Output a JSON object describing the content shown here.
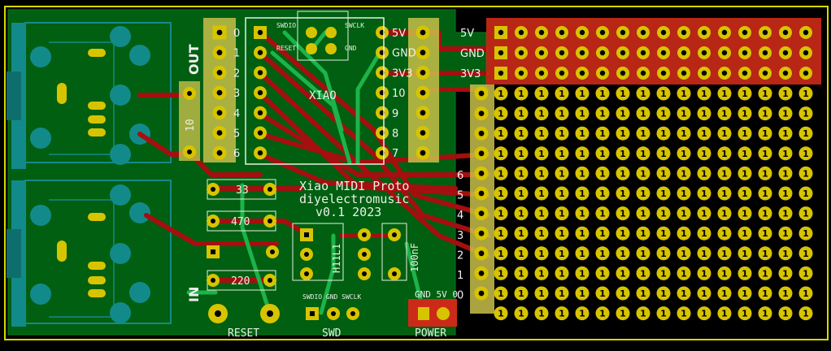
{
  "board": {
    "title_lines": [
      "Xiao MIDI Proto",
      "diyelectromusic",
      "v0.1 2023"
    ],
    "labels": {
      "out": "OUT",
      "in": "IN",
      "xiao": "XIAO",
      "reset": "RESET",
      "swd": "SWD",
      "power": "POWER",
      "res_33": "33",
      "res_470": "470",
      "res_220": "220",
      "res_10": "10",
      "cap": "100nF",
      "opto": "H11L1",
      "swdio": "SWDIO",
      "swclk": "SWCLK",
      "gnd": "GND",
      "reset_small": "RESET",
      "swd_header_labels": "SWDIO GND SWCLK",
      "gnd_5v_0": "GND 5V 0"
    },
    "left_header_numbers": [
      "0",
      "1",
      "2",
      "3",
      "4",
      "5",
      "6"
    ],
    "right_header_labels": [
      "5V",
      "GND",
      "3V3",
      "10",
      "9",
      "8",
      "7"
    ],
    "strip_numbers": [
      "6",
      "5",
      "4",
      "3",
      "2",
      "1",
      "0"
    ],
    "rail_labels": [
      "5V",
      "GND",
      "3V3"
    ],
    "proto_pad_label": "1",
    "colors": {
      "board_bg": "#000000",
      "outline": "#d8d800",
      "copper_pour": "#005f10",
      "trace_red": "#a50f0f",
      "trace_green": "#1db34a",
      "pad_yellow": "#d7c400",
      "highlight": "#c8c04a",
      "teal": "#138a8a",
      "rail_red": "#cc2a18",
      "silk": "#e6f0e6"
    }
  }
}
